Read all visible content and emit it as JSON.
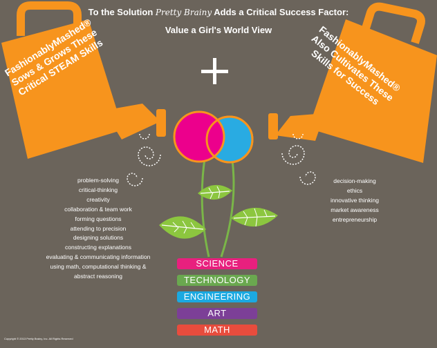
{
  "title": {
    "line1_prefix": "To the Solution",
    "line1_brand": "Pretty Brainy",
    "line1_suffix": "Adds a Critical Success Factor:",
    "line2": "Value a Girl's World View"
  },
  "left_can": {
    "line1": "FashionablyMashed®",
    "line2": "Sows & Grows These",
    "line3": "Critical STEAM Skills"
  },
  "right_can": {
    "line1": "FashionablyMashed®",
    "line2": "Also Cultivates These",
    "line3": "Skills for Success"
  },
  "plus_symbol": "+",
  "left_skills": [
    "problem-solving",
    "critical-thinking",
    "creativity",
    "collaboration & team work",
    "forming questions",
    "attending to precision",
    "designing solutions",
    "constructing explanations",
    "evaluating & communicating information",
    "using math, computational thinking &",
    "abstract reasoning"
  ],
  "right_skills": [
    "decision-making",
    "ethics",
    "innovative thinking",
    "market awareness",
    "entrepreneurship"
  ],
  "stem_labels": [
    {
      "label": "SCIENCE",
      "color": "#e8207e"
    },
    {
      "label": "TECHNOLOGY",
      "color": "#6aa84f"
    },
    {
      "label": "ENGINEERING",
      "color": "#1ba9e1"
    },
    {
      "label": "ART",
      "color": "#7c3f97"
    },
    {
      "label": "MATH",
      "color": "#e84c3d"
    }
  ],
  "colors": {
    "background": "#6b645b",
    "can_orange": "#f7941d",
    "flower_pink": "#ec008c",
    "flower_blue": "#29abe2",
    "flower_ring": "#f7941d",
    "leaf_green": "#8cc63f",
    "stem_green": "#7ab648"
  },
  "copyright": "Copyright © 2013 Pretty Brainy, Inc. All Rights Reserved"
}
